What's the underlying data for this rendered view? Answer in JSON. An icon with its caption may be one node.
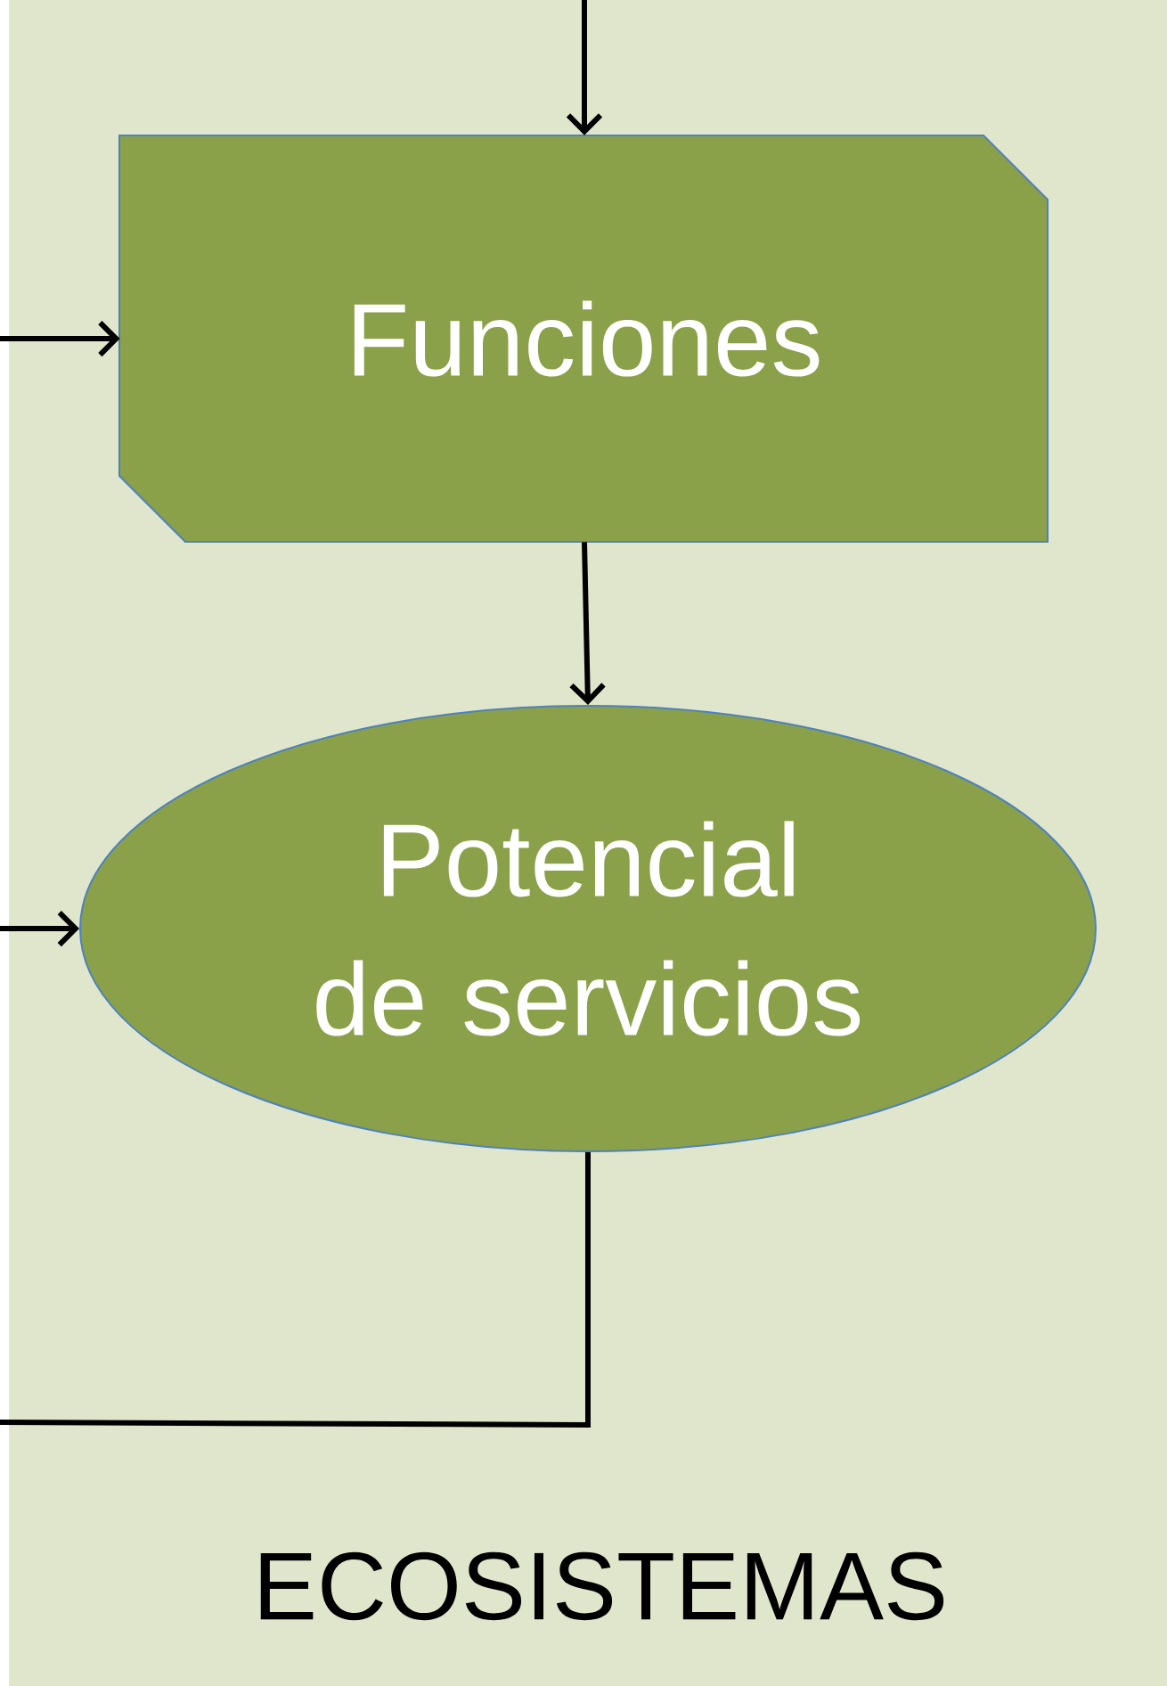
{
  "diagram": {
    "nodes": [
      {
        "text": [
          "ECOSISTEMAS"
        ]
      },
      {
        "text": [
          "Funciones"
        ],
        "in": 0
      },
      {
        "text": [
          "Potencial de servicios"
        ],
        "in": 0
      }
    ],
    "edges": [
      {
        "from": null,
        "to": 1,
        "arrow": "to"
      },
      {
        "from": null,
        "to": 1,
        "arrow": "to"
      },
      {
        "from": 1,
        "to": 2,
        "arrow": "to"
      },
      {
        "from": null,
        "to": 2,
        "arrow": "to"
      },
      {
        "from": 2,
        "to": null,
        "arrow": "none"
      }
    ]
  }
}
